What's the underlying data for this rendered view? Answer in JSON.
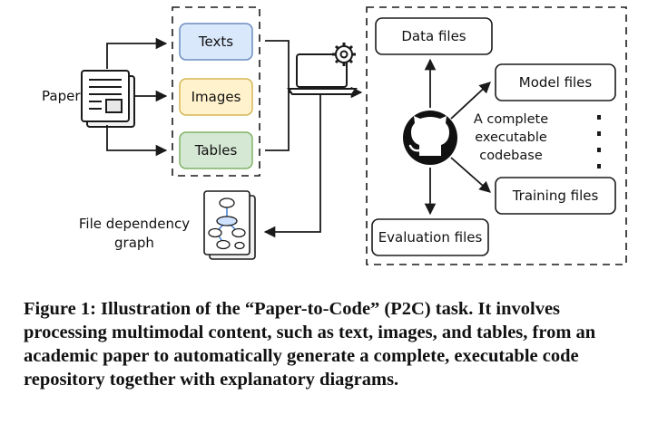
{
  "diagram": {
    "paper_label": "Paper",
    "inputs": [
      {
        "label": "Texts",
        "fill": "#dae8fc",
        "stroke": "#6c8ebf"
      },
      {
        "label": "Images",
        "fill": "#fff2cc",
        "stroke": "#d6b656"
      },
      {
        "label": "Tables",
        "fill": "#d5e8d4",
        "stroke": "#82b366"
      }
    ],
    "dependency_graph_label": [
      "File dependency",
      "graph"
    ],
    "outputs": {
      "data_files": "Data files",
      "model_files": "Model files",
      "training_files": "Training files",
      "evaluation_files": "Evaluation files",
      "center_text": [
        "A complete",
        "executable",
        "codebase"
      ]
    },
    "icons": [
      "document-icon",
      "laptop-gear-icon",
      "github-icon",
      "graph-icon"
    ],
    "line_color": "#1a1a1a"
  },
  "caption": "Figure 1: Illustration of the “Paper-to-Code” (P2C) task. It involves processing multimodal content, such as text, images, and tables, from an academic paper to automatically generate a complete, executable code repository together with explanatory diagrams."
}
